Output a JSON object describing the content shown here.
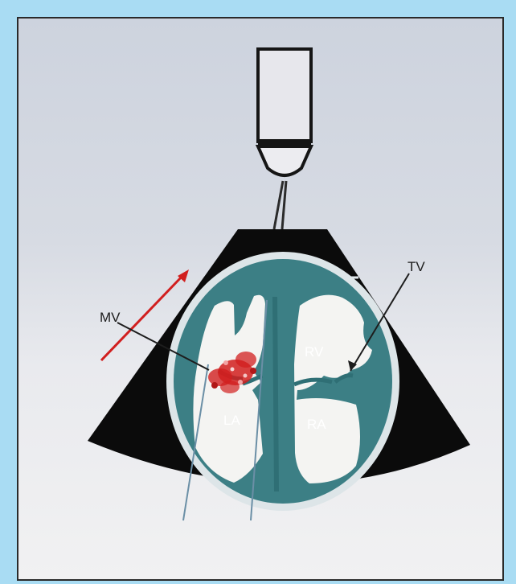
{
  "labels": {
    "mv": "MV",
    "tv": "TV",
    "rv": "RV",
    "ra": "RA",
    "la": "LA"
  },
  "colors": {
    "outer_frame": "#a9dcf3",
    "sector": "#0b0b0b",
    "myocardium": "#3c7f85",
    "cavity": "#f4f4f2",
    "doppler_jet": "#d11f1f",
    "arrow": "#d11f1f"
  },
  "icons": {
    "probe": "transducer-icon",
    "beam_arrow": "arrow-icon"
  }
}
